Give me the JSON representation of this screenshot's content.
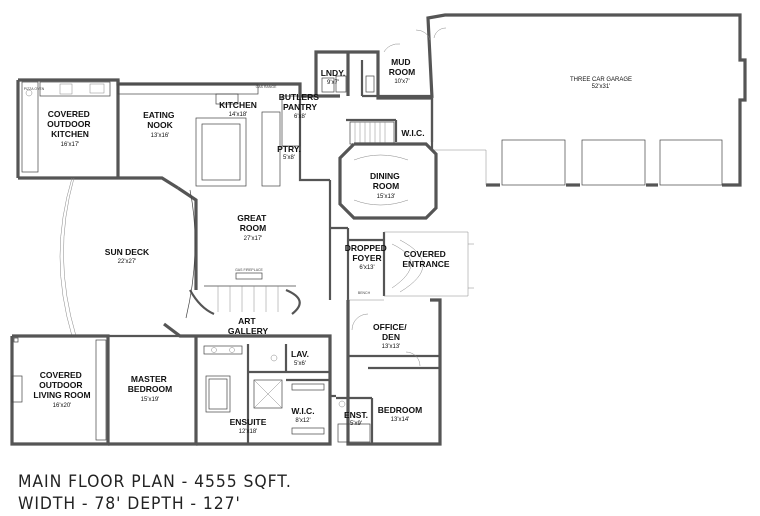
{
  "plan_title": "MAIN FLOOR PLAN - 4555 SQFT.",
  "plan_dimensions": "WIDTH - 78' DEPTH - 127'",
  "rooms": [
    {
      "id": "covered_outdoor_kitchen",
      "name": [
        "COVERED",
        "OUTDOOR",
        "KITCHEN"
      ],
      "size": "16'x17'"
    },
    {
      "id": "eating_nook",
      "name": [
        "EATING",
        "NOOK"
      ],
      "size": "13'x16'"
    },
    {
      "id": "kitchen",
      "name": [
        "KITCHEN"
      ],
      "size": "14'x18'"
    },
    {
      "id": "butlers_pantry",
      "name": [
        "BUTLERS",
        "PANTRY"
      ],
      "size": "6'x8'"
    },
    {
      "id": "laundry",
      "name": [
        "LNDY."
      ],
      "size": "9'x7'"
    },
    {
      "id": "mud_room",
      "name": [
        "MUD",
        "ROOM"
      ],
      "size": "10'x7'"
    },
    {
      "id": "three_car_garage",
      "name": [
        "THREE CAR GARAGE"
      ],
      "size": "52'x31'"
    },
    {
      "id": "pantry",
      "name": [
        "PTRY."
      ],
      "size": "5'x8'"
    },
    {
      "id": "wic_upper",
      "name": [
        "W.I.C."
      ],
      "size": ""
    },
    {
      "id": "dining_room",
      "name": [
        "DINING",
        "ROOM"
      ],
      "size": "15'x13'"
    },
    {
      "id": "great_room",
      "name": [
        "GREAT",
        "ROOM"
      ],
      "size": "27'x17'"
    },
    {
      "id": "sun_deck",
      "name": [
        "SUN DECK"
      ],
      "size": "22'x27'"
    },
    {
      "id": "dropped_foyer",
      "name": [
        "DROPPED",
        "FOYER"
      ],
      "size": "6'x13'"
    },
    {
      "id": "covered_entrance",
      "name": [
        "COVERED",
        "ENTRANCE"
      ],
      "size": ""
    },
    {
      "id": "art_gallery",
      "name": [
        "ART",
        "GALLERY"
      ],
      "size": ""
    },
    {
      "id": "office_den",
      "name": [
        "OFFICE/",
        "DEN"
      ],
      "size": "13'x13'"
    },
    {
      "id": "covered_outdoor_living_room",
      "name": [
        "COVERED",
        "OUTDOOR",
        "LIVING ROOM"
      ],
      "size": "16'x20'"
    },
    {
      "id": "master_bedroom",
      "name": [
        "MASTER",
        "BEDROOM"
      ],
      "size": "15'x19'"
    },
    {
      "id": "lav",
      "name": [
        "LAV."
      ],
      "size": "5'x6'"
    },
    {
      "id": "ensuite",
      "name": [
        "ENSUITE"
      ],
      "size": "12'x18'"
    },
    {
      "id": "wic_master",
      "name": [
        "W.I.C."
      ],
      "size": "8'x12'"
    },
    {
      "id": "ens",
      "name": [
        "ENST."
      ],
      "size": "5'x9'"
    },
    {
      "id": "bedroom",
      "name": [
        "BEDROOM"
      ],
      "size": "13'x14'"
    }
  ],
  "fixture_labels": {
    "gas_fireplace": "GAS FIREPLACE",
    "bench": "BENCH",
    "pizza_oven": "PIZZA OVEN",
    "gas_range": "GAS RANGE"
  }
}
